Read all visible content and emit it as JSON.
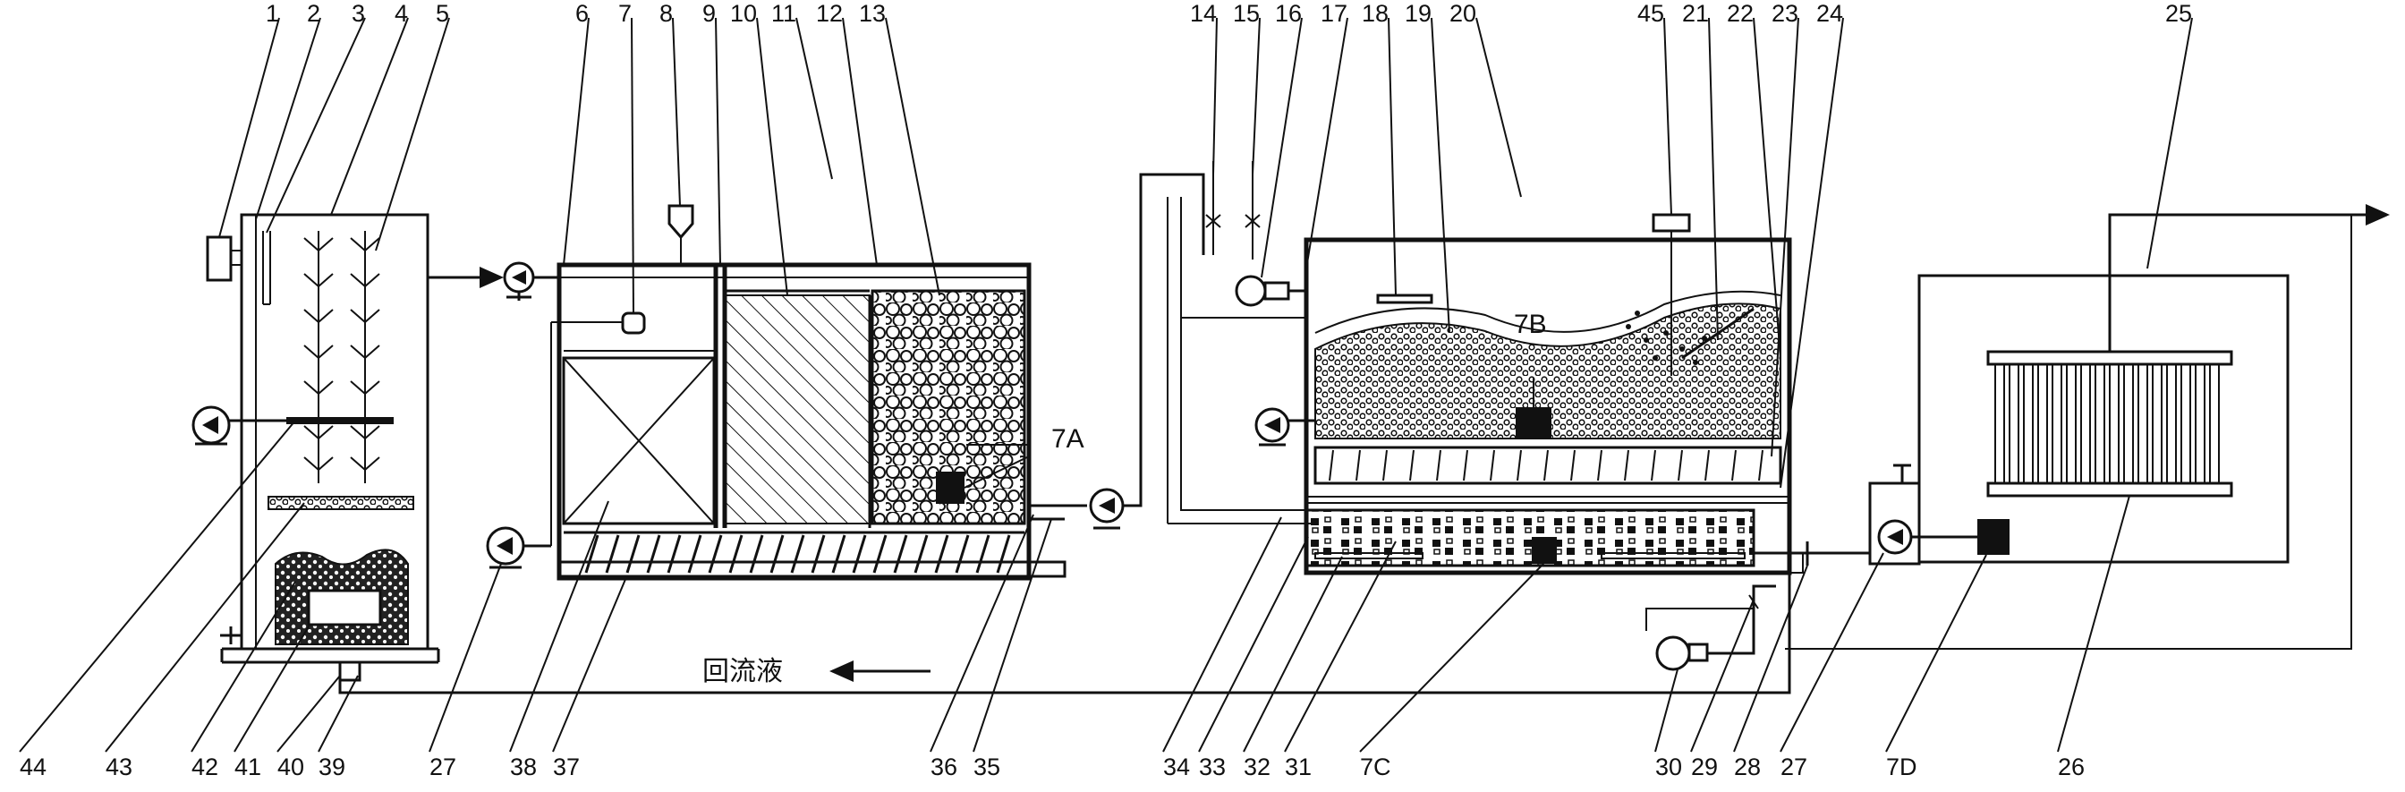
{
  "labels": {
    "top": [
      "1",
      "2",
      "3",
      "4",
      "5",
      "6",
      "7",
      "8",
      "9",
      "10",
      "11",
      "12",
      "13",
      "14",
      "15",
      "16",
      "17",
      "18",
      "19",
      "20",
      "45",
      "21",
      "22",
      "23",
      "24",
      "25"
    ],
    "bottom": [
      "44",
      "43",
      "42",
      "41",
      "40",
      "39",
      "27",
      "38",
      "37",
      "36",
      "35",
      "34",
      "33",
      "32",
      "31",
      "7C",
      "30",
      "29",
      "28",
      "27",
      "7D",
      "26"
    ],
    "sensors": [
      "7A",
      "7B"
    ]
  },
  "flow_note": "回流液"
}
